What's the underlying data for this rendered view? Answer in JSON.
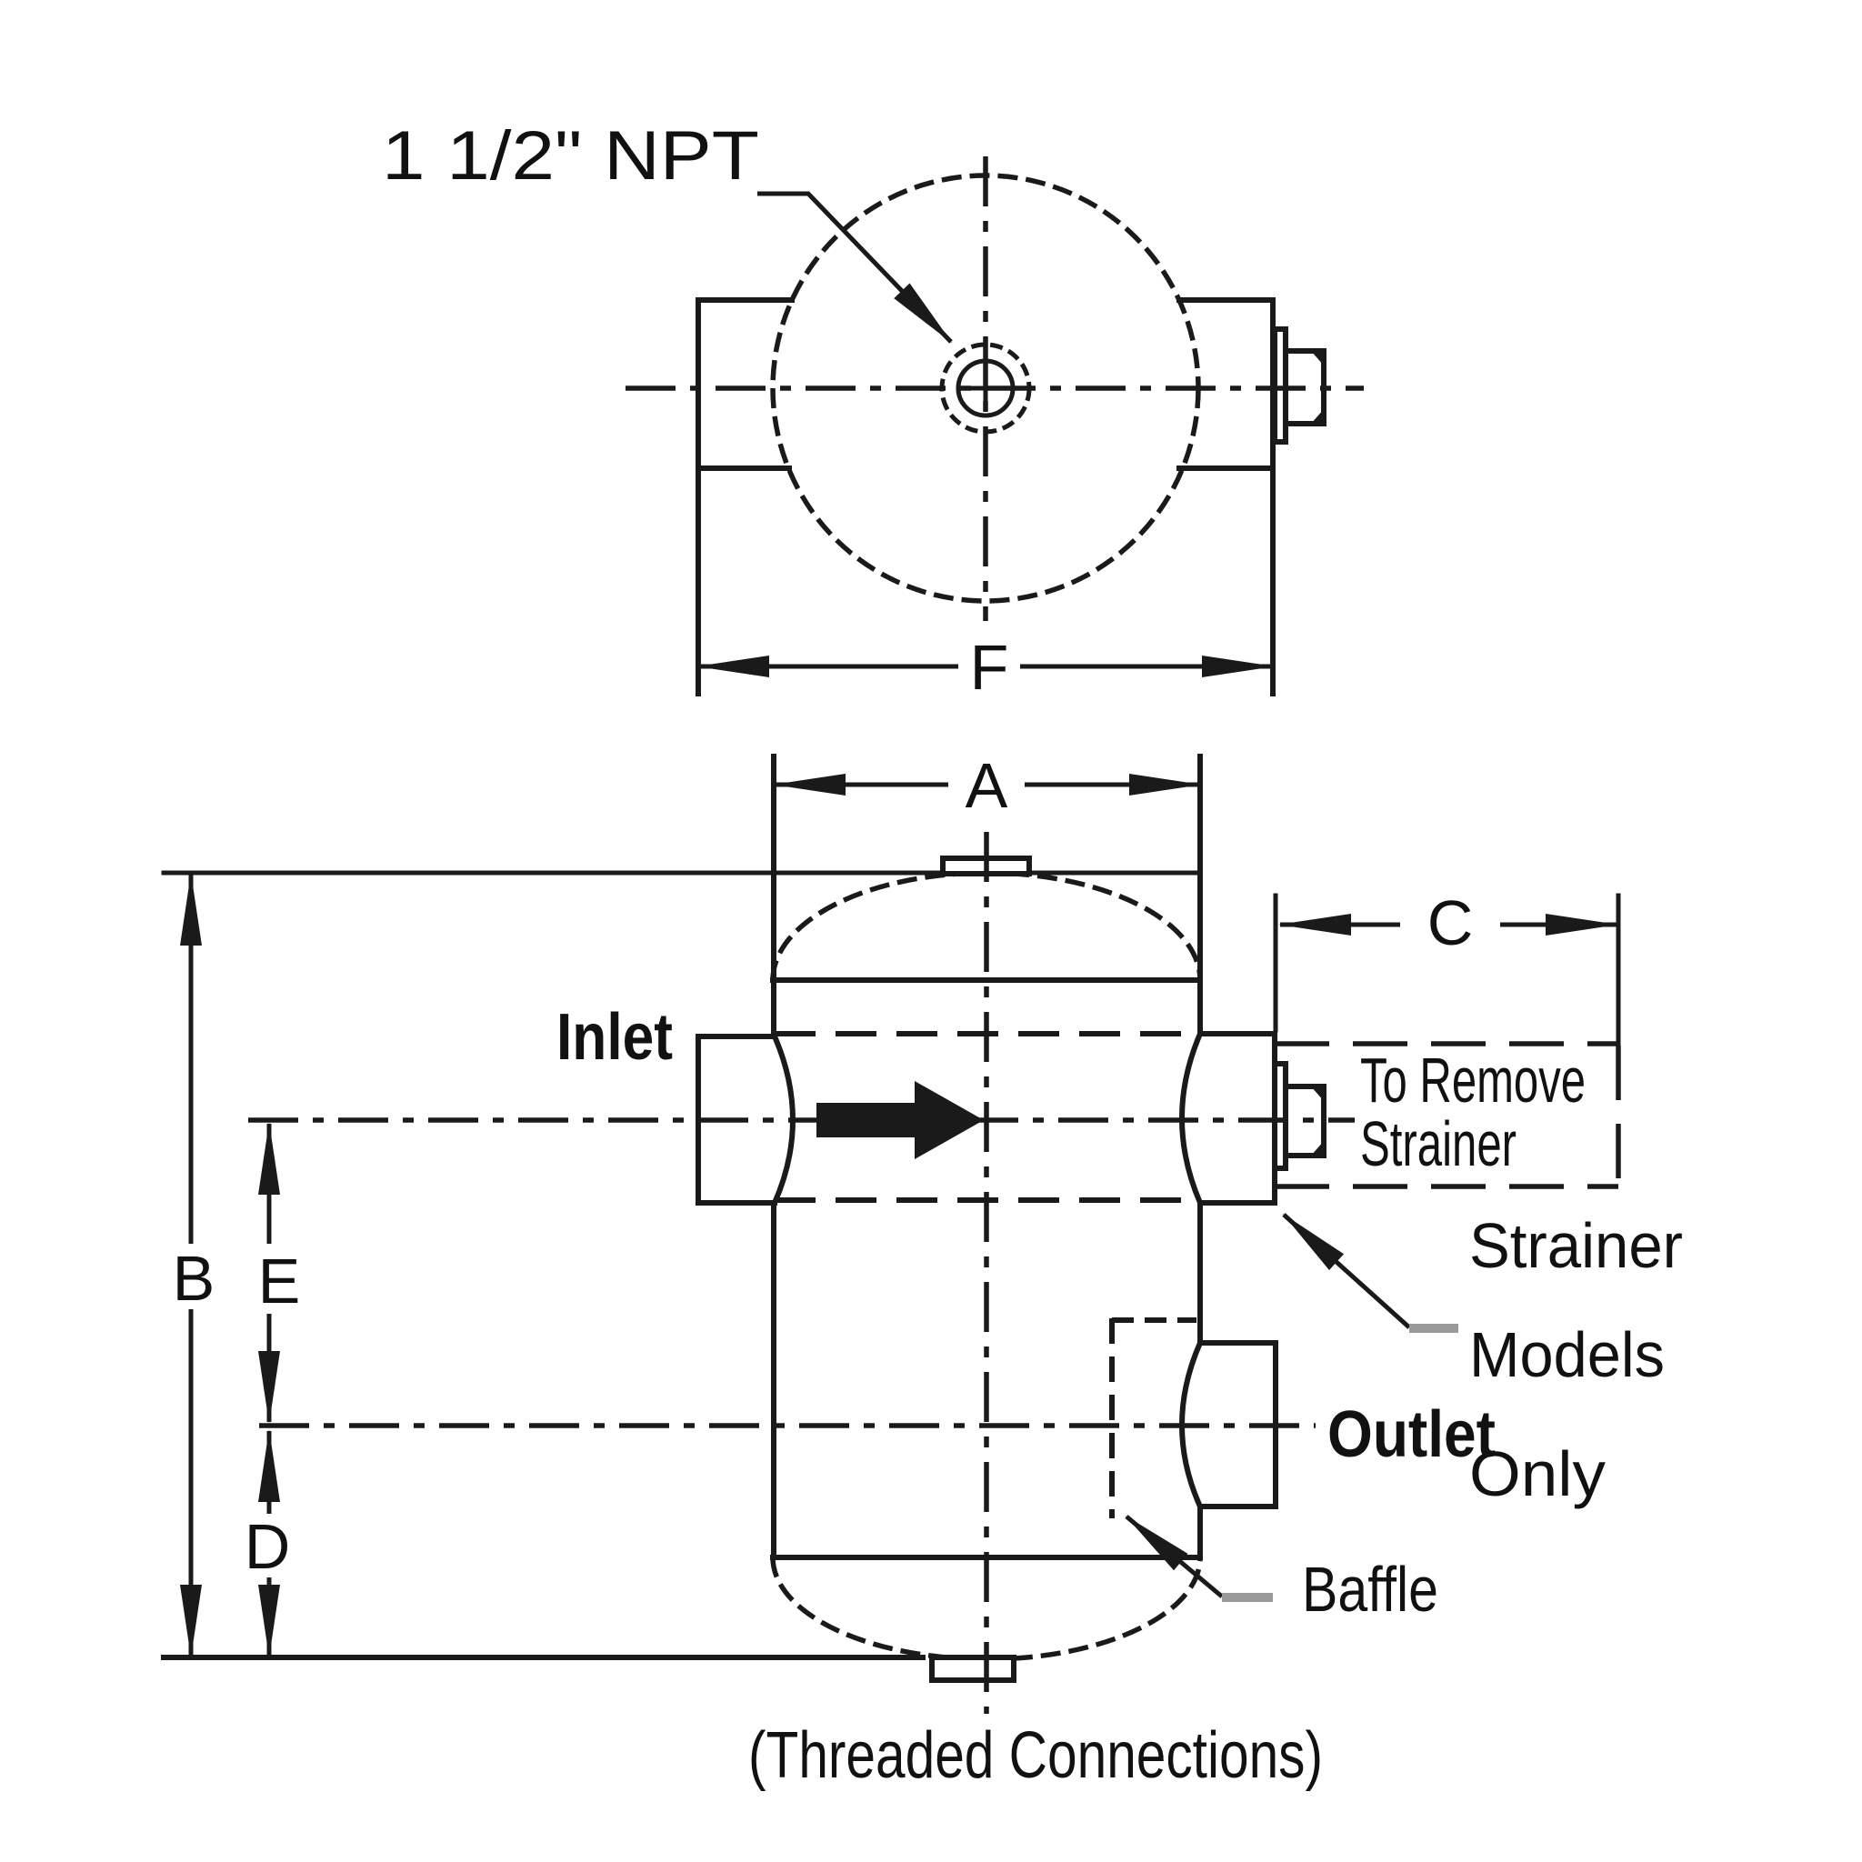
{
  "colors": {
    "line": "#1a1a1a",
    "text": "#111111",
    "leader_tail": "#9a9a9a",
    "background": "#ffffff"
  },
  "top_view": {
    "port_label": "1 1/2\" NPT",
    "dim_f": "F"
  },
  "front_view": {
    "dim_a": "A",
    "dim_b": "B",
    "dim_c": "C",
    "dim_d": "D",
    "dim_e": "E",
    "inlet_label": "Inlet",
    "outlet_label": "Outlet",
    "remove_note": [
      "To Remove",
      "Strainer"
    ],
    "strainer_note": [
      "Strainer",
      "Models",
      "Only"
    ],
    "baffle_label": "Baffle",
    "caption": "(Threaded Connections)"
  }
}
